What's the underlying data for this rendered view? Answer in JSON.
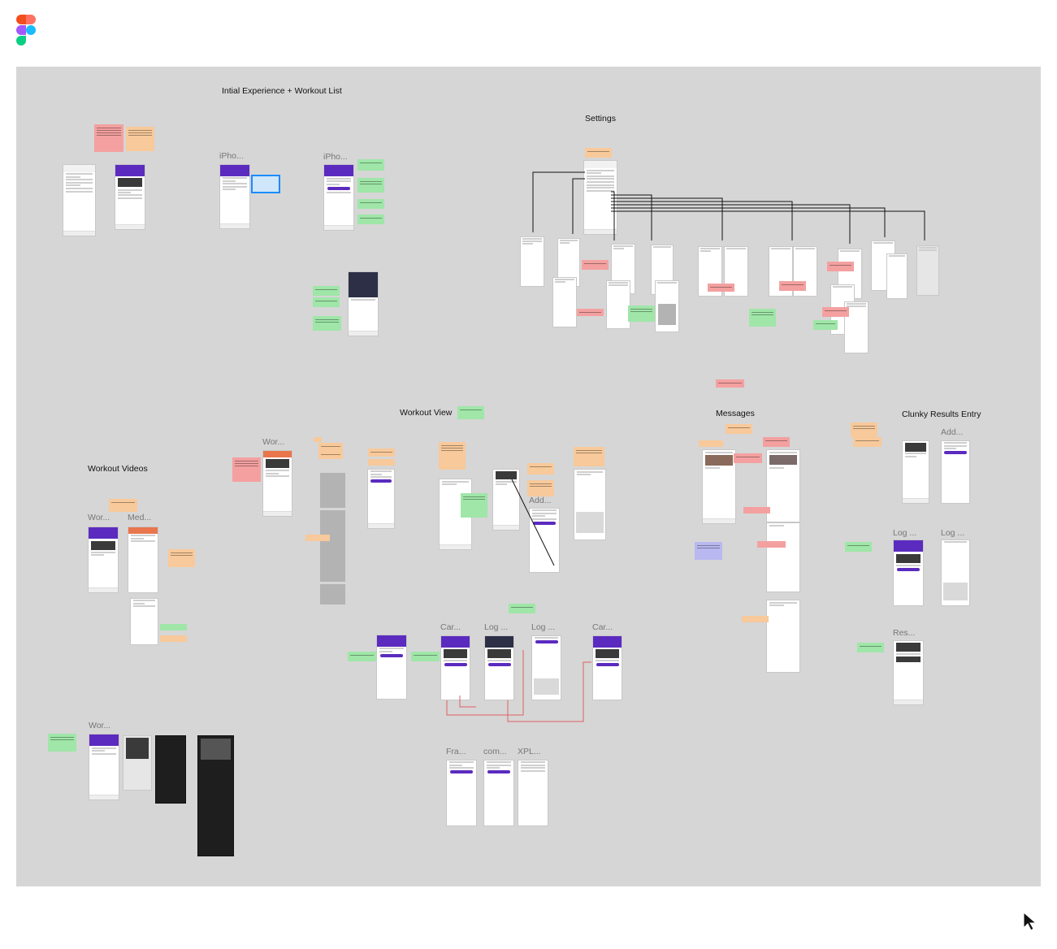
{
  "sections": {
    "initial": "Intial Experience + Workout List",
    "settings": "Settings",
    "workout_view": "Workout View",
    "messages": "Messages",
    "clunky": "Clunky Results Entry",
    "workout_videos": "Workout Videos"
  },
  "frames": {
    "iph1": "iPho...",
    "iph2": "iPho...",
    "wor_top": "Wor...",
    "wor_vid": "Wor...",
    "med": "Med...",
    "add1": "Add...",
    "add2": "Add...",
    "log1": "Log ...",
    "log2": "Log ...",
    "log3": "Log ...",
    "log4": "Log ...",
    "res": "Res...",
    "car1": "Car...",
    "car2": "Car...",
    "fra": "Fra...",
    "com": "com...",
    "xpl": "XPL...",
    "wor_bottom": "Wor..."
  },
  "colors": {
    "canvas": "#d6d6d6",
    "brand_purple": "#5b2bbf",
    "note_orange": "#f8c99a",
    "note_pink": "#f4a0a0",
    "note_green": "#9fe6a8",
    "note_blue": "#b9b8f0",
    "connector_black": "#111111",
    "connector_red": "#e06060"
  },
  "icons": [
    "figma-logo-icon",
    "pointer-cursor-icon"
  ]
}
